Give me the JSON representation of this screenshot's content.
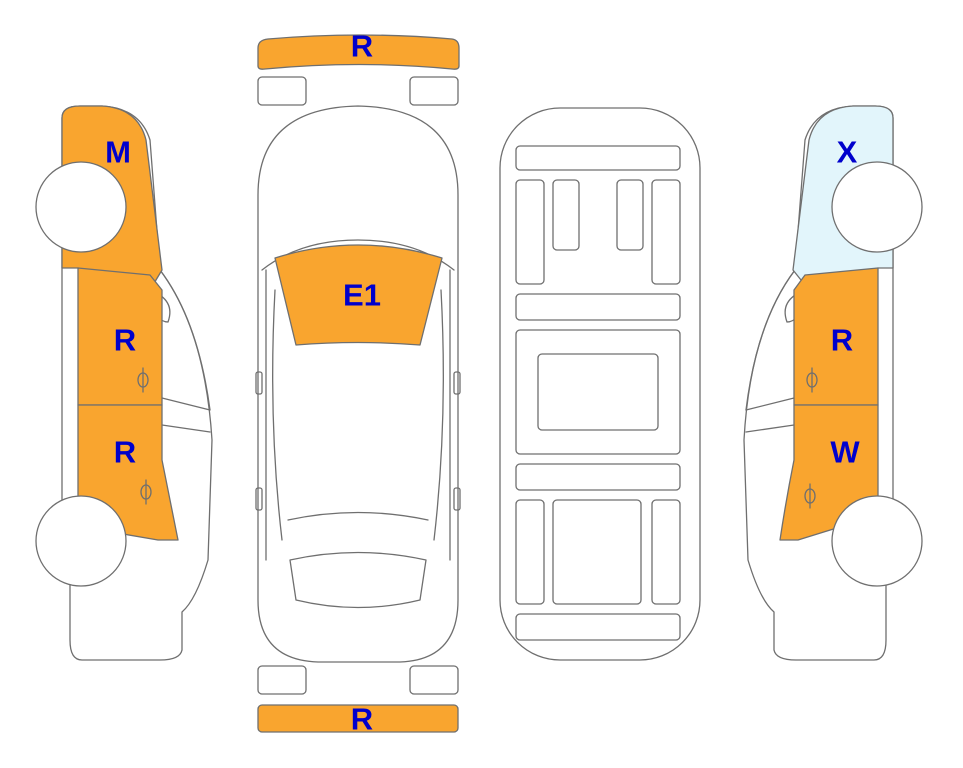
{
  "colors": {
    "highlight": "#F9A52F",
    "light_blue": "#E2F5FB",
    "label": "#0000CC",
    "outline": "#6F6F6F",
    "background": "#FFFFFF"
  },
  "labels": {
    "front_bumper": "R",
    "rear_bumper": "R",
    "windshield": "E1",
    "left_front_fender": "M",
    "left_front_door": "R",
    "left_rear_door": "R",
    "right_rear_quarter": "X",
    "right_front_door": "R",
    "right_rear_door": "W"
  }
}
